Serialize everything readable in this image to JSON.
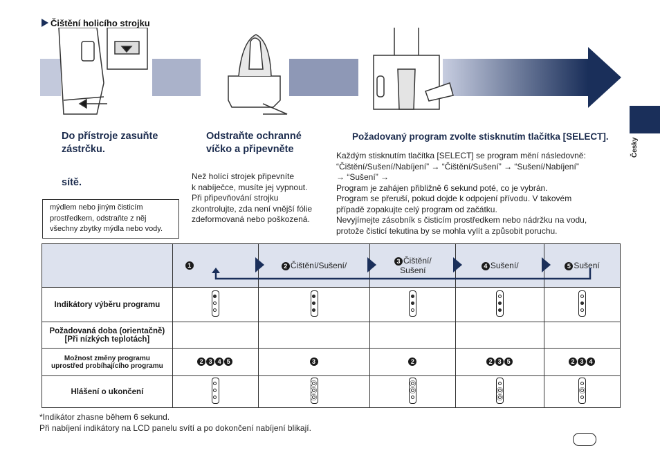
{
  "section_title": "Čištění holicího strojku",
  "steps": {
    "step1_title_line1": "Do přístroje zasuňte",
    "step1_title_line2": "zástrčku.",
    "step1_title_line3": "sítě.",
    "step1_box": [
      "mýdlem nebo jiným čisticím",
      "prostředkem, odstraňte z něj",
      "všechny zbytky mýdla nebo vody."
    ],
    "step2_title_line1": "Odstraňte ochranné",
    "step2_title_line2": "víčko a připevněte",
    "step2_body": [
      "Než holící strojek připevníte",
      "k nabíječce, musíte jej vypnout.",
      "Při připevňování strojku",
      "zkontrolujte, zda není vnější fólie",
      "zdeformovaná nebo poškozená."
    ],
    "step3_title": "Požadovaný program zvolte stisknutím tlačítka [SELECT].",
    "step3_body": [
      "Každým stisknutím tlačítka [SELECT] se program mění následovně:",
      "“Čištění/Sušení/Nabíjení” → “Čištění/Sušení” → “Sušení/Nabíjení”",
      "→ “Sušení” →",
      "Program je zahájen přibližně 6 sekund poté, co je vybrán.",
      "Program se přeruší, pokud dojde k odpojení přívodu. V takovém",
      "případě zopakujte celý program od začátku.",
      "Nevyjímejte zásobník s čisticím prostředkem nebo nádržku na vodu,",
      "protože čisticí tekutina by se mohla vylít a způsobit poruchu."
    ]
  },
  "side_tab_label": "Česky",
  "table": {
    "header": {
      "col1_num": "1",
      "col2_num": "2",
      "col2_text": "Čištění/Sušení/",
      "col3_num": "3",
      "col3_text_line1": "Čištění/",
      "col3_text_line2": "Sušení",
      "col4_num": "4",
      "col4_text": "Sušení/",
      "col5_num": "5",
      "col5_text": "Sušení"
    },
    "rows": {
      "indicators_label": "Indikátory výběru programu",
      "duration_label_line1": "Požadovaná doba (orientačně)",
      "duration_label_line2": "[Při nízkých teplotách]",
      "change_label_line1": "Možnost změny programu",
      "change_label_line2": "uprostřed probíhajícího programu",
      "change_values": [
        [
          "2",
          "3",
          "4",
          "5"
        ],
        [
          "3"
        ],
        [
          "2"
        ],
        [
          "2",
          "3",
          "5"
        ],
        [
          "2",
          "3",
          "4"
        ]
      ],
      "end_label": "Hlášení o ukončení"
    }
  },
  "footnotes": {
    "line1": "*Indikátor zhasne během 6 sekund.",
    "line2": "Při nabíjení indikátory na LCD panelu svítí a po dokončení nabíjení blikají."
  },
  "colors": {
    "navy": "#1a2f5a",
    "header_bg": "#dde2ee"
  }
}
